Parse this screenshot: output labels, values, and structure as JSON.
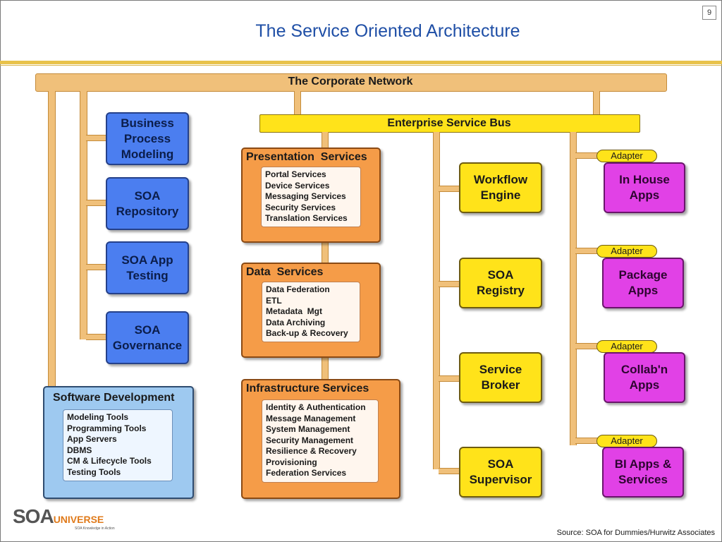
{
  "slide": {
    "title": "The Service Oriented Architecture",
    "page_number": "9",
    "source": "Source: SOA for Dummies/Hurwitz Associates"
  },
  "logo": {
    "soa": "SOA",
    "universe": "UNIVERSE",
    "tagline": "SOA Knowledge in Action"
  },
  "diagram": {
    "corporate_network": "The Corporate Network",
    "esb": "Enterprise Service Bus",
    "blue_boxes": [
      "Business Process Modeling",
      "SOA Repository",
      "SOA App Testing",
      "SOA Governance"
    ],
    "software_development": {
      "title": "Software Development",
      "items": [
        "Modeling Tools",
        "Programming Tools",
        "App Servers",
        "DBMS",
        "CM & Lifecycle Tools",
        "Testing Tools"
      ]
    },
    "presentation_services": {
      "title": "Presentation  Services",
      "items": [
        "Portal Services",
        "Device Services",
        "Messaging Services",
        "Security Services",
        "Translation Services"
      ]
    },
    "data_services": {
      "title": "Data  Services",
      "items": [
        "Data Federation",
        "ETL",
        "Metadata  Mgt",
        "Data Archiving",
        "Back-up & Recovery"
      ]
    },
    "infrastructure_services": {
      "title": "Infrastructure Services",
      "items": [
        "Identity & Authentication",
        "Message Management",
        "System Management",
        "Security Management",
        "Resilience & Recovery",
        "Provisioning",
        "Federation Services"
      ]
    },
    "yellow_boxes": [
      "Workflow Engine",
      "SOA Registry",
      "Service Broker",
      "SOA Supervisor"
    ],
    "adapter_label": "Adapter",
    "magenta_boxes": [
      "In House Apps",
      "Package Apps",
      "Collab'n Apps",
      "BI Apps & Services"
    ]
  },
  "colors": {
    "title": "#1f4fa6",
    "bus": "#f0c07a",
    "blue_box": "#4b7ef0",
    "yellow_box": "#ffe31a",
    "magenta_box": "#e141e6",
    "orange_box": "#f59c48",
    "software_dev": "#9ec9f0"
  }
}
